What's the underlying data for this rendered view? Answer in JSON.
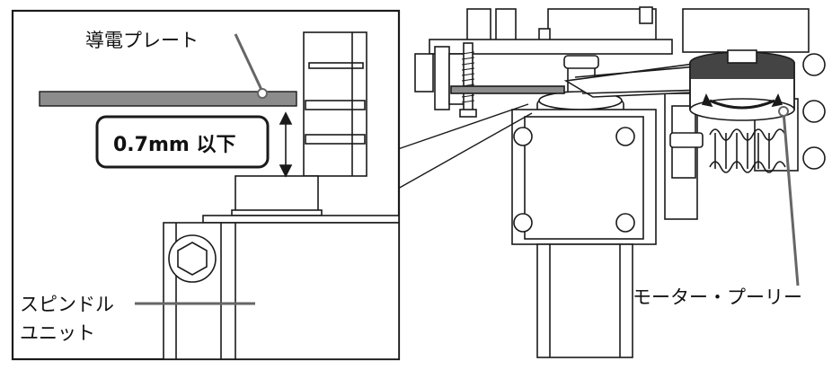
{
  "labels": {
    "conductive_plate": "導電プレート",
    "gap_spec": "0.7mm 以下",
    "spindle_unit_line1": "スピンドル",
    "spindle_unit_line2": "ユニット",
    "motor_pulley": "モーター・プーリー"
  },
  "colors": {
    "line": "#1a1a1a",
    "plate_fill": "#8c8c8c",
    "belt_fill": "#444444",
    "pulley_fill": "#7a7a7a",
    "leader": "#666666"
  }
}
